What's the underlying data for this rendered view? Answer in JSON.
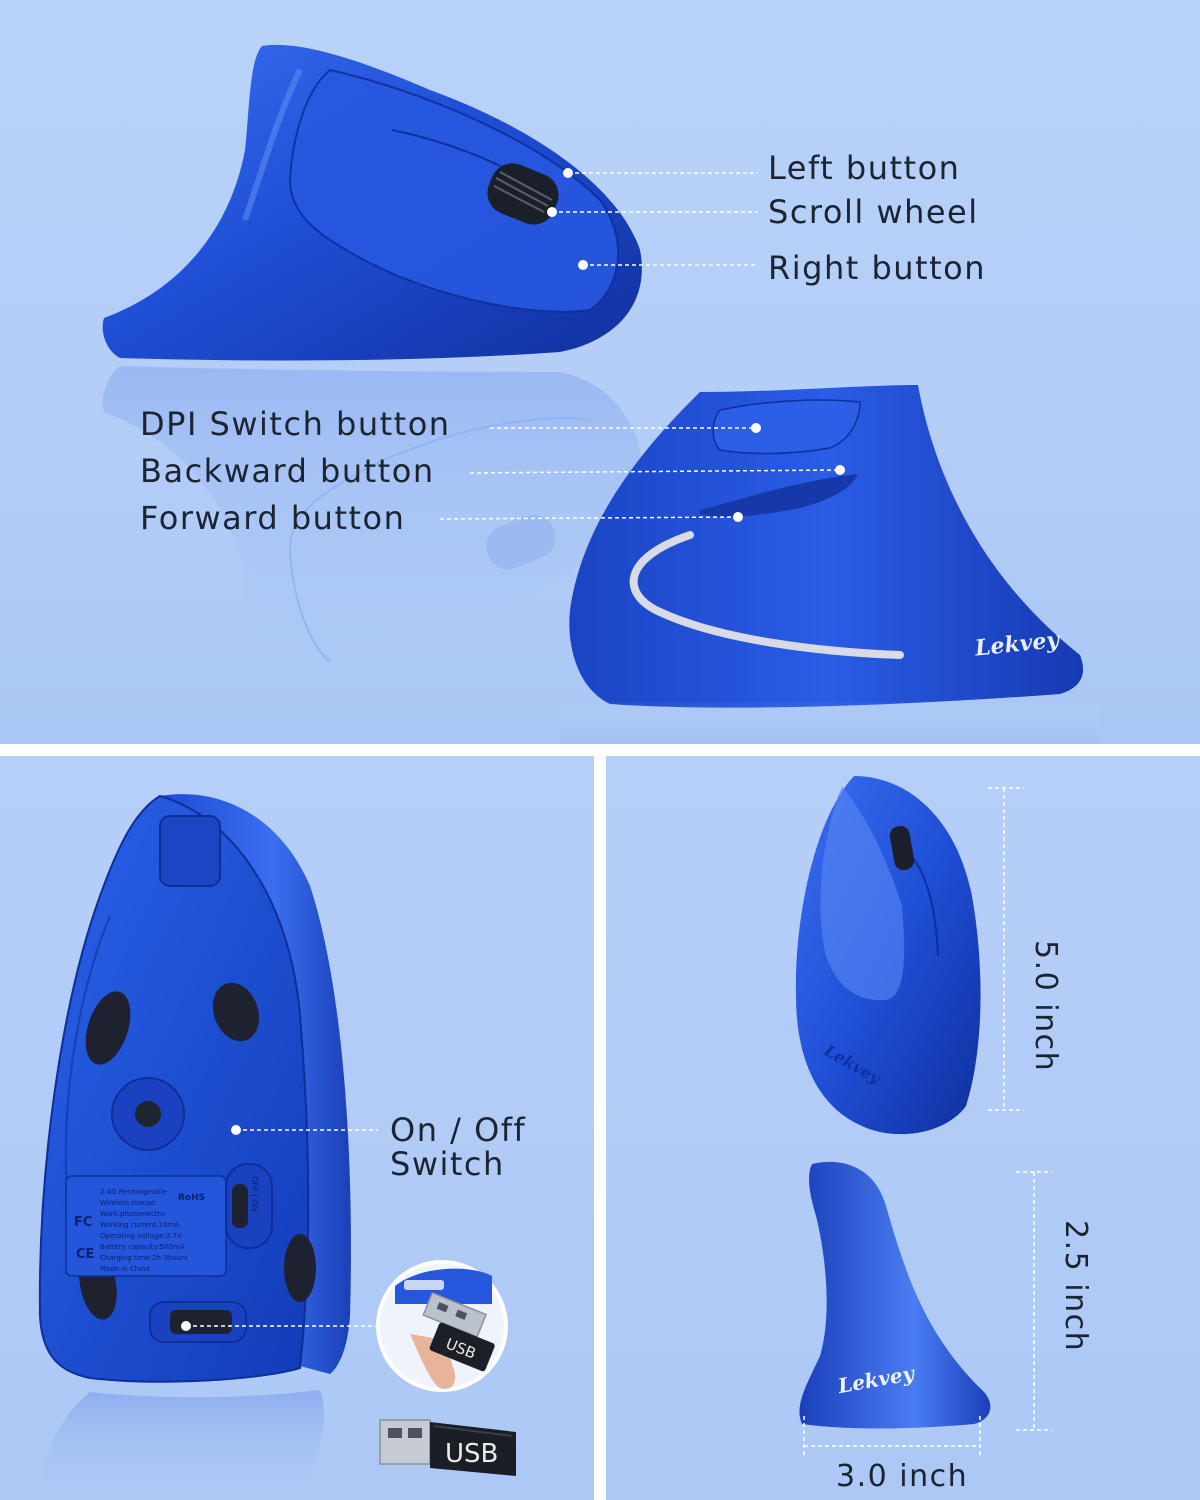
{
  "top_panel": {
    "labels": {
      "left_button": "Left button",
      "scroll_wheel": "Scroll wheel",
      "right_button": "Right button",
      "dpi_switch": "DPI Switch button",
      "backward": "Backward button",
      "forward": "Forward button"
    },
    "brand": "Lekvey"
  },
  "bottom_left_panel": {
    "switch_label_line1": "On / Off",
    "switch_label_line2": "Switch",
    "usb_text": "USB",
    "usb_text_zoom": "USB",
    "sticker_lines": [
      "2.4G Rechargeable",
      "Wireless mouse",
      "Work:photoelectric",
      "Working current:10mA",
      "Operating voltage:3.7V",
      "Battery capacity:500mA",
      "Charging time:2h-3hours",
      "Made in China"
    ],
    "sticker_marks": [
      "RoHS",
      "FC",
      "CE"
    ],
    "switch_marks": "OFF | ON"
  },
  "bottom_right_panel": {
    "height": "5.0 inch",
    "height_low": "2.5 inch",
    "width": "3.0 inch",
    "brand_top": "Lekvey",
    "brand_bottom": "Lekvey"
  },
  "colors": {
    "background": "#b5cef8",
    "mouse_blue": "#1f4fd6",
    "mouse_dark": "#0f2f9e",
    "label_text": "#1b2433",
    "divider": "#ffffff"
  }
}
